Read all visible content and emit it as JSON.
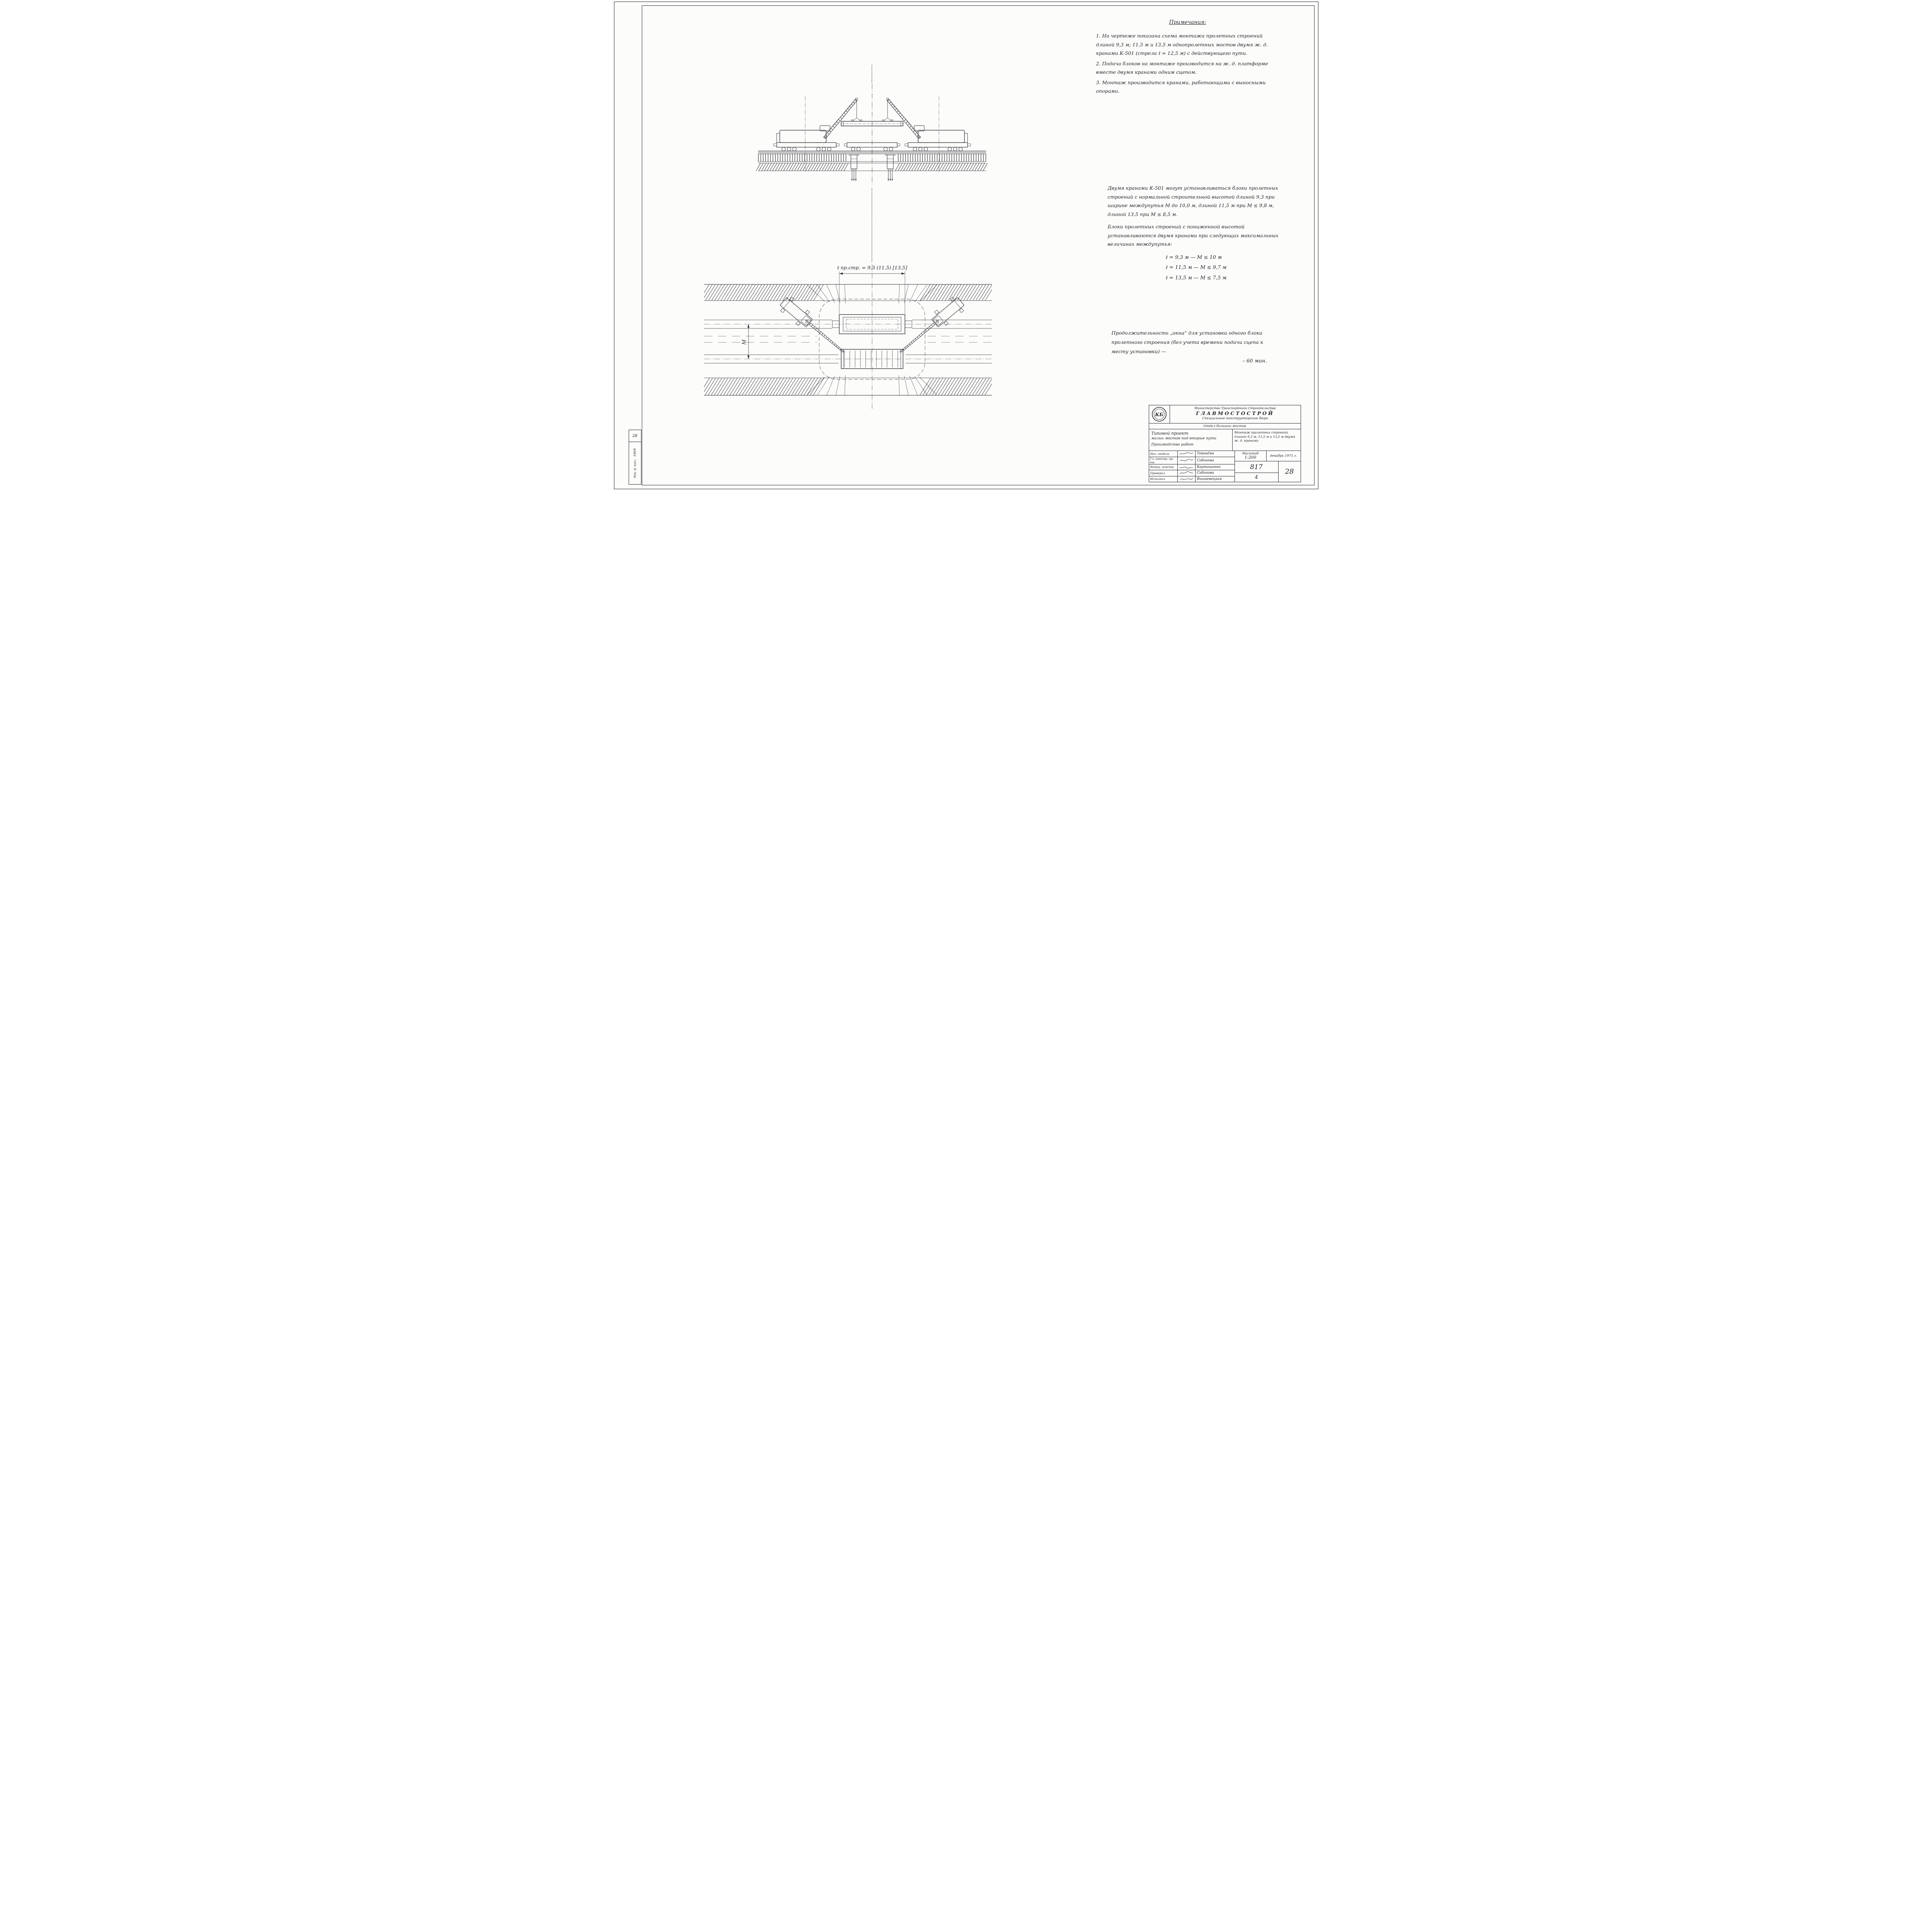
{
  "page": {
    "ink_color": "#24242c",
    "paper_color": "#fcfcfa"
  },
  "notes": {
    "title": "Примечания:",
    "item1": "1. На чертеже показана схема монтажа пролетных строений длиной 9,3 м; 11,5 м и 13,5 м однопролетных мостов двумя ж. д. кранами К-501 (стрела ℓ = 12,5 м) с действующего пути.",
    "item2": "2. Подача блоков на монтаже производится на ж. д. платформе вместе двумя кранами одним сцепом.",
    "item3": "3. Монтаж производится кранами, работающими с выносными опорами."
  },
  "capacity": {
    "para1": "Двумя кранами К-501 могут устанавливаться блоки пролетных строений с нормальной строительной высотой длиной 9,3 при ширине междупутья М до 10,0 м, длиной 11,5 м при М ≤ 9,8 м, длиной 13,5 при М ≤ 8,5 м.",
    "para2": "Блоки пролетных строений с пониженной высотой устанавливаются двумя кранами при следующих максимальных величинах междупутья:",
    "formula1": "ℓ = 9,3 м — М ≤ 10 м",
    "formula2": "ℓ = 11,5 м — М ≤ 9,7 м",
    "formula3": "ℓ = 13,5 м — М ≤ 7,5 м"
  },
  "window_note": {
    "text": "Продолжительность „окна” для установки одного блока пролетного строения (без учета времени подачи сцепа к месту установки) —",
    "value": "– 60 мин."
  },
  "plan": {
    "span_dimension": "ℓ пр.стр. = 9,3 (11,5) [13,5]",
    "gauge_label": "М"
  },
  "title_block": {
    "ministry": "Министерство Транспортного Строительства",
    "organization": "ГЛАВМОСТОСТРОЙ",
    "bureau": "Специальное конструкторское бюро",
    "department": "Отдел больших мостов",
    "logo": "КБ",
    "project_line1": "Типовой проект",
    "project_line2": "малых мостов под вторые пути",
    "project_line3": "Производство работ",
    "sheet_title": "Монтаж пролетных строений длиной 9,3 м; 11,5 м и 13,5 м двумя ж. д. кранами",
    "scale_label": "Масштаб",
    "scale_value": "1:200",
    "date": "декабрь 1971 г.",
    "rows": [
      {
        "role": "Нач. отдела",
        "name": "Тевондян"
      },
      {
        "role": "Гл. констр. пр-та",
        "name": "Собинова"
      },
      {
        "role": "Ведущ. констр.",
        "name": "Карташенко"
      },
      {
        "role": "Проверил",
        "name": "Собинова"
      },
      {
        "role": "Исполнил",
        "name": "Вишневецкая"
      }
    ],
    "project_no": "817",
    "series_no": "4",
    "sheet_no": "28"
  },
  "margin_stamp": {
    "top_no": "28",
    "label": "Инв. № подл.",
    "inv_no": "1869"
  }
}
